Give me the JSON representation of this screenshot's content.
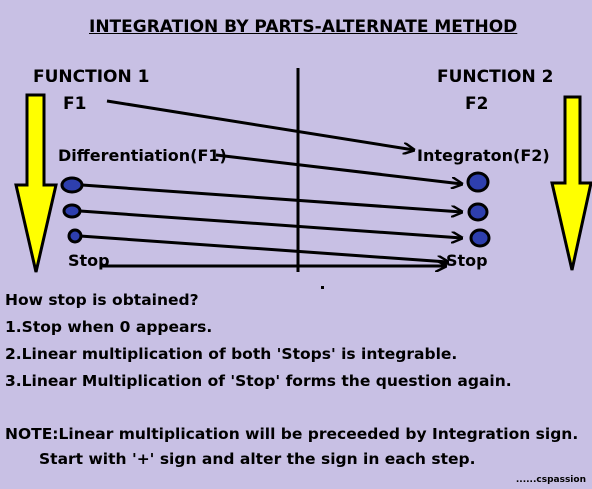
{
  "title": "INTEGRATION BY PARTS-ALTERNATE METHOD",
  "left": {
    "heading": "FUNCTION 1",
    "sub": "F1",
    "operation": "Differentiation(F1)",
    "stop": "Stop"
  },
  "right": {
    "heading": "FUNCTION 2",
    "sub": "F2",
    "operation": "Integraton(F2)",
    "stop": "Stop"
  },
  "notes": {
    "question": "How stop is obtained?",
    "items": [
      "1.Stop when 0 appears.",
      "2.Linear multiplication of both 'Stops' is integrable.",
      "3.Linear Multiplication of 'Stop' forms the question again."
    ],
    "note1": "NOTE:Linear multiplication will be preceeded by Integration sign.",
    "note2": "Start with '+' sign and alter the sign in each step."
  },
  "credit": "......cspassion",
  "colors": {
    "background": "#c8c0e4",
    "arrow_fill": "#ffff00",
    "dot_fill": "#2e3fae",
    "ink": "#000000"
  }
}
